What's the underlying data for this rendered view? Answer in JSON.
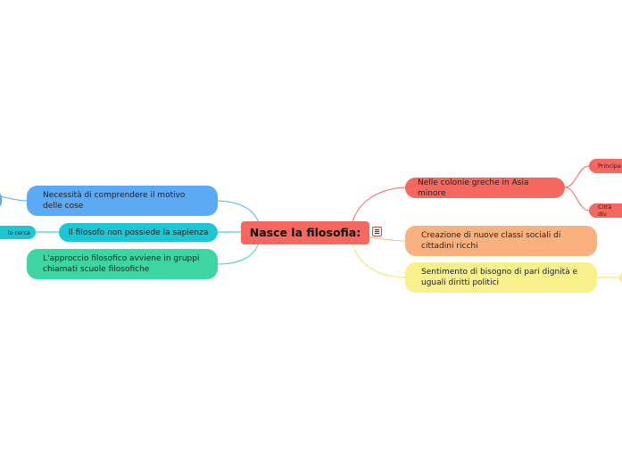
{
  "root": {
    "label": "Nasce la filosofia:"
  },
  "left_branches": [
    {
      "label": "Necessità di comprendere il motivo delle cose",
      "color": "#5aaaf5"
    },
    {
      "label": "Il filosofo non possiede la sapienza",
      "color": "#1cc6d4"
    },
    {
      "label": "L'approccio filosofico avviene in gruppi chiamati scuole filosofiche",
      "color": "#3dd6a3"
    }
  ],
  "right_branches": [
    {
      "label": "Nelle colonie greche in Asia minore",
      "color": "#f5675f"
    },
    {
      "label": "Creazione di nuove classi sociali di cittadini ricchi",
      "color": "#f9b27f"
    },
    {
      "label": "Sentimento di bisogno di pari dignità e uguali diritti politici",
      "color": "#f8f08a"
    }
  ],
  "sub_nodes": {
    "left_la_cerca": "la cerca",
    "right_principa": "Principa",
    "right_citta": "Città div"
  },
  "colors": {
    "root": "#f5675f",
    "link_left_blue": "#5aaaf5",
    "link_left_cyan": "#1cc6d4",
    "link_left_green": "#3dd6a3",
    "link_right_red": "#f5675f",
    "link_right_orange": "#f9b27f",
    "link_right_yellow": "#f4e54d"
  },
  "icons": {
    "root_menu": "menu-icon"
  }
}
